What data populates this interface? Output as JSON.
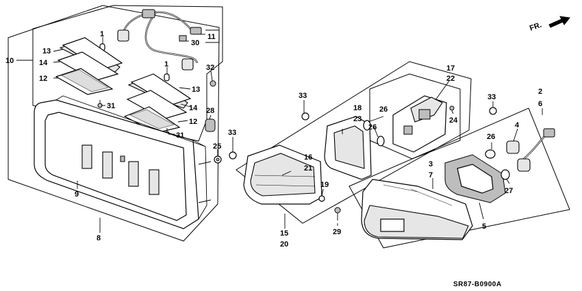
{
  "diagram": {
    "diagram_code": "SR87-B0900A",
    "direction_indicator": "FR.",
    "callouts": [
      {
        "id": "c1a",
        "text": "1"
      },
      {
        "id": "c1b",
        "text": "1"
      },
      {
        "id": "c2",
        "text": "2"
      },
      {
        "id": "c3",
        "text": "3"
      },
      {
        "id": "c4",
        "text": "4"
      },
      {
        "id": "c5",
        "text": "5"
      },
      {
        "id": "c6",
        "text": "6"
      },
      {
        "id": "c7",
        "text": "7"
      },
      {
        "id": "c8",
        "text": "8"
      },
      {
        "id": "c9",
        "text": "9"
      },
      {
        "id": "c10",
        "text": "10"
      },
      {
        "id": "c11",
        "text": "11"
      },
      {
        "id": "c12a",
        "text": "12"
      },
      {
        "id": "c12b",
        "text": "12"
      },
      {
        "id": "c13a",
        "text": "13"
      },
      {
        "id": "c13b",
        "text": "13"
      },
      {
        "id": "c14a",
        "text": "14"
      },
      {
        "id": "c14b",
        "text": "14"
      },
      {
        "id": "c15",
        "text": "15"
      },
      {
        "id": "c16",
        "text": "16"
      },
      {
        "id": "c17",
        "text": "17"
      },
      {
        "id": "c18",
        "text": "18"
      },
      {
        "id": "c19",
        "text": "19"
      },
      {
        "id": "c20",
        "text": "20"
      },
      {
        "id": "c21",
        "text": "21"
      },
      {
        "id": "c22",
        "text": "22"
      },
      {
        "id": "c23",
        "text": "23"
      },
      {
        "id": "c24",
        "text": "24"
      },
      {
        "id": "c25",
        "text": "25"
      },
      {
        "id": "c26a",
        "text": "26"
      },
      {
        "id": "c26b",
        "text": "26"
      },
      {
        "id": "c26c",
        "text": "26"
      },
      {
        "id": "c27",
        "text": "27"
      },
      {
        "id": "c28",
        "text": "28"
      },
      {
        "id": "c29",
        "text": "29"
      },
      {
        "id": "c30",
        "text": "30"
      },
      {
        "id": "c31a",
        "text": "31"
      },
      {
        "id": "c31b",
        "text": "31"
      },
      {
        "id": "c32",
        "text": "32"
      },
      {
        "id": "c33a",
        "text": "33"
      },
      {
        "id": "c33b",
        "text": "33"
      },
      {
        "id": "c33c",
        "text": "33"
      }
    ]
  }
}
